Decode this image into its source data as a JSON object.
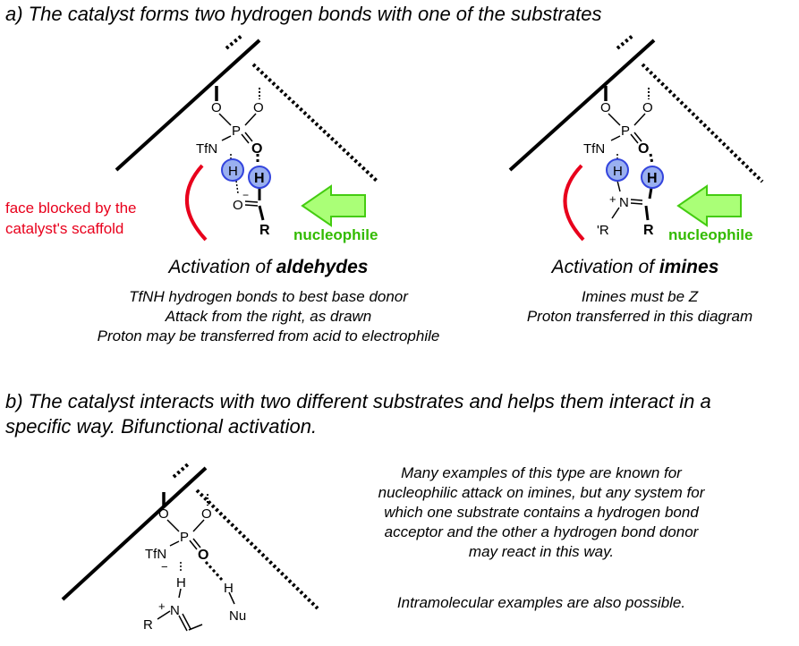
{
  "section_a": {
    "heading": "a) The catalyst forms two hydrogen bonds with one of the substrates",
    "left_panel": {
      "face_blocked_line1": "face blocked by the",
      "face_blocked_line2": "catalyst's scaffold",
      "nucleophile": "nucleophile",
      "caption_prefix": "Activation of ",
      "caption_bold": "aldehydes",
      "notes": [
        "TfNH hydrogen bonds to best base donor",
        "Attack from the right, as drawn",
        "Proton may be transferred from acid to electrophile"
      ],
      "atoms": {
        "O1": "O",
        "O2": "O",
        "P": "P",
        "O3": "O",
        "TfN": "TfN",
        "H1": "H",
        "H2": "H",
        "O4": "O",
        "minus": "−",
        "R": "R"
      }
    },
    "right_panel": {
      "nucleophile": "nucleophile",
      "caption_prefix": "Activation of ",
      "caption_bold": "imines",
      "notes": [
        "Imines must be Z",
        "Proton transferred in this diagram"
      ],
      "atoms": {
        "O1": "O",
        "O2": "O",
        "P": "P",
        "O3": "O",
        "TfN": "TfN",
        "H1": "H",
        "H2": "H",
        "N": "N",
        "plus": "+",
        "R1": "'R",
        "R2": "R"
      }
    }
  },
  "section_b": {
    "heading_line1": "b) The catalyst interacts with two different substrates and helps them interact in a",
    "heading_line2": "specific way. Bifunctional activation.",
    "description": [
      "Many examples of this type are known for",
      "nucleophilic attack on imines, but any system for",
      "which one substrate contains a hydrogen bond",
      "acceptor and the other a hydrogen bond donor",
      "may react in this way."
    ],
    "intramolecular": "Intramolecular examples are also possible.",
    "atoms": {
      "O1": "O",
      "O2": "O",
      "P": "P",
      "O3": "O",
      "TfN": "TfN",
      "minus": "−",
      "H1": "H",
      "H2": "H",
      "plus": "+",
      "N": "N",
      "R": "R",
      "Nu": "Nu"
    }
  },
  "colors": {
    "blocked": "#e8001c",
    "nucleophile_text": "#33bb00",
    "arrow_fill": "#aaff77",
    "arrow_stroke": "#44cc11",
    "highlight_fill": "#9ab0f0",
    "highlight_stroke": "#3344dd"
  }
}
